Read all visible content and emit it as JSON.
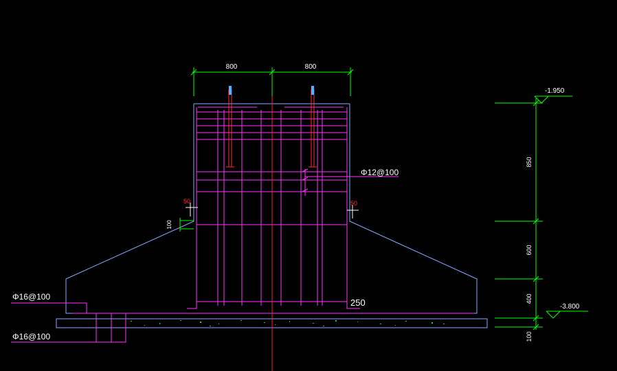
{
  "drawing": {
    "dims_top": [
      "800",
      "800"
    ],
    "dims_right": [
      "850",
      "600",
      "400",
      "100"
    ],
    "elevations": [
      "-1.950",
      "-3.800"
    ],
    "rebar_labels": {
      "stirrup": "Φ12@100",
      "base_top": "Φ16@100",
      "base_bottom": "Φ16@100"
    },
    "small_dims": {
      "cover_left": "50",
      "cover_right": "50",
      "edge": "100",
      "hook": "250"
    },
    "colors": {
      "background": "#000000",
      "rebar": "#ff33ff",
      "dimension": "#00ff00",
      "outline": "#8aa8ff",
      "centerline": "#ff2020",
      "anchor_bolt": "#ff3030",
      "text": "#ffffff",
      "red_text": "#ff3030"
    }
  }
}
